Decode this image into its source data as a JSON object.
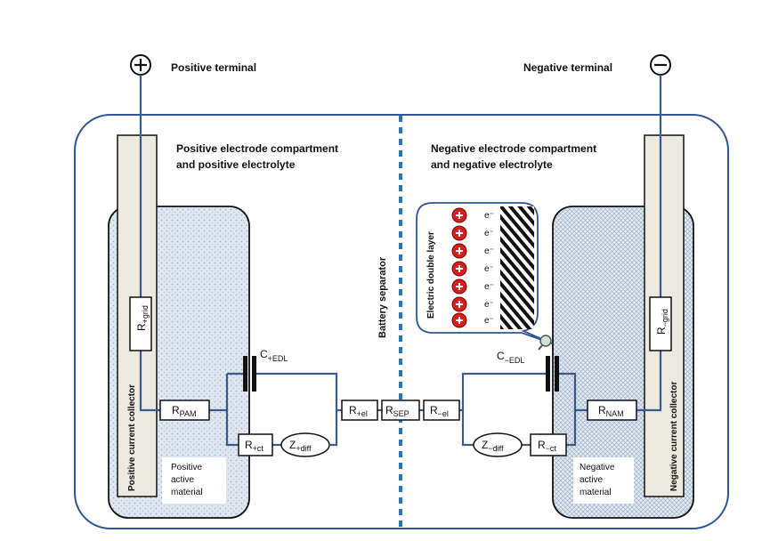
{
  "terminals": {
    "positive_symbol": "⊕",
    "positive_label": "Positive terminal",
    "negative_symbol": "⊖",
    "negative_label": "Negative terminal"
  },
  "compartments": {
    "positive_line1": "Positive electrode compartment",
    "positive_line2": "and positive electrolyte",
    "negative_line1": "Negative electrode compartment",
    "negative_line2": "and negative electrolyte"
  },
  "separator_label": "Battery separator",
  "edl_label": "Electric double layer",
  "electron_symbol": "e⁻",
  "collectors": {
    "positive": "Positive current collector",
    "negative": "Negative current collector"
  },
  "active_material": {
    "positive_line1": "Positive",
    "positive_line2": "active",
    "positive_line3": "material",
    "negative_line1": "Negative",
    "negative_line2": "active",
    "negative_line3": "material"
  },
  "components": {
    "r_grid_pos": {
      "main": "R",
      "sub": "+grid"
    },
    "r_grid_neg": {
      "main": "R",
      "sub": "−grid"
    },
    "r_pam": {
      "main": "R",
      "sub": "PAM"
    },
    "r_nam": {
      "main": "R",
      "sub": "NAM"
    },
    "c_pos_edl": {
      "main": "C",
      "sub": "+EDL"
    },
    "c_neg_edl": {
      "main": "C",
      "sub": "−EDL"
    },
    "r_pos_ct": {
      "main": "R",
      "sub": "+ct"
    },
    "r_neg_ct": {
      "main": "R",
      "sub": "−ct"
    },
    "z_pos_diff": {
      "main": "Z",
      "sub": "+diff"
    },
    "z_neg_diff": {
      "main": "Z",
      "sub": "−diff"
    },
    "r_pos_el": {
      "main": "R",
      "sub": "+el"
    },
    "r_sep": {
      "main": "R",
      "sub": "SEP"
    },
    "r_neg_el": {
      "main": "R",
      "sub": "−el"
    }
  },
  "colors": {
    "wire": "#3a5a8c",
    "enclosure": "#2f5597",
    "separator": "#2e75b6",
    "collector_fill": "#ece9df",
    "active_fill": "#dfe8f1",
    "ion_red": "#d62020"
  }
}
